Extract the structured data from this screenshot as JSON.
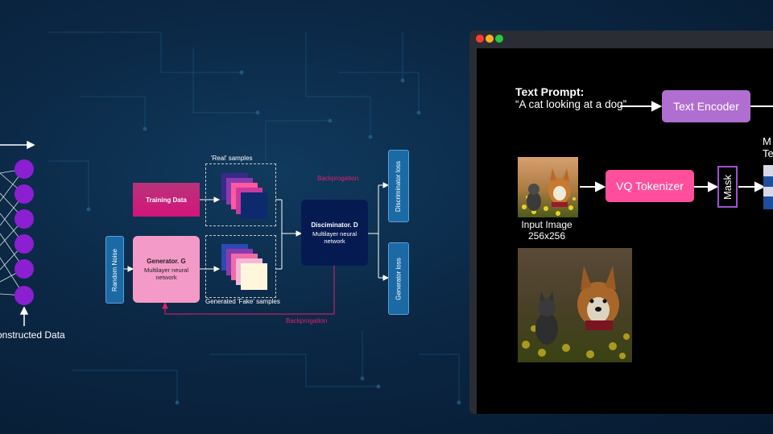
{
  "left_network": {
    "label": "onstructed Data"
  },
  "gan": {
    "real_samples_label": "'Real' samples",
    "fake_samples_label": "Generated 'Fake' samples",
    "training_data": "Training Data",
    "generator_title": "Generator. G",
    "generator_sub": "Multilayer neural network",
    "discriminator_title": "Disciminator. D",
    "discriminator_sub": "Multilayer neural network",
    "random_noise": "Random Noise",
    "discriminator_loss": "Discriminator loss",
    "generator_loss": "Generator loss",
    "backprop_top": "Backprogation",
    "backprop_bottom": "Backprogation"
  },
  "window": {
    "prompt_title": "Text Prompt:",
    "prompt_text": "“A cat looking at a dog”",
    "text_encoder": "Text Encoder",
    "vq_tokenizer": "VQ Tokenizer",
    "mask": "Mask",
    "input_image_label": "Input Image",
    "input_image_size": "256x256",
    "cut_text_1": "M",
    "cut_text_2": "Te",
    "image_description_1": "cat and corgi in flower field",
    "image_description_2": "cat and corgi in flower field"
  },
  "colors": {
    "node_purple": "#8b1fd1",
    "training_pink": "#d4147a",
    "generator_pink": "#f49ac8",
    "discriminator_navy": "#061a52",
    "loss_blue": "#1b6aa5",
    "text_encoder_purple": "#b06ed0",
    "vq_pink": "#ff4f9c",
    "backprop_red": "#e0206e"
  }
}
